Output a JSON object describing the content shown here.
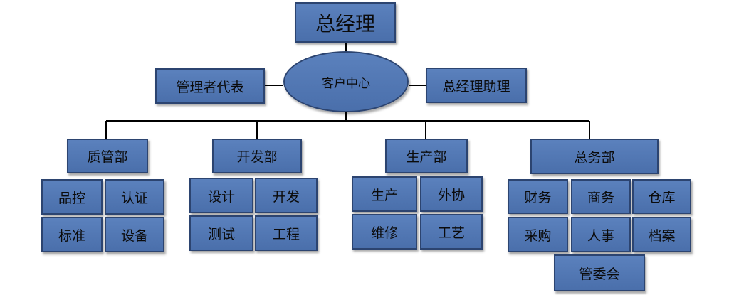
{
  "top": {
    "label": "总经理"
  },
  "center": {
    "label": "客户中心"
  },
  "left_side": {
    "label": "管理者代表"
  },
  "right_side": {
    "label": "总经理助理"
  },
  "departments": [
    {
      "label": "质管部",
      "units": [
        "品控",
        "认证",
        "标准",
        "设备"
      ]
    },
    {
      "label": "开发部",
      "units": [
        "设计",
        "开发",
        "测试",
        "工程"
      ]
    },
    {
      "label": "生产部",
      "units": [
        "生产",
        "外协",
        "维修",
        "工艺"
      ]
    },
    {
      "label": "总务部",
      "units": [
        "财务",
        "商务",
        "仓库",
        "采购",
        "人事",
        "档案",
        "管委会"
      ]
    }
  ]
}
